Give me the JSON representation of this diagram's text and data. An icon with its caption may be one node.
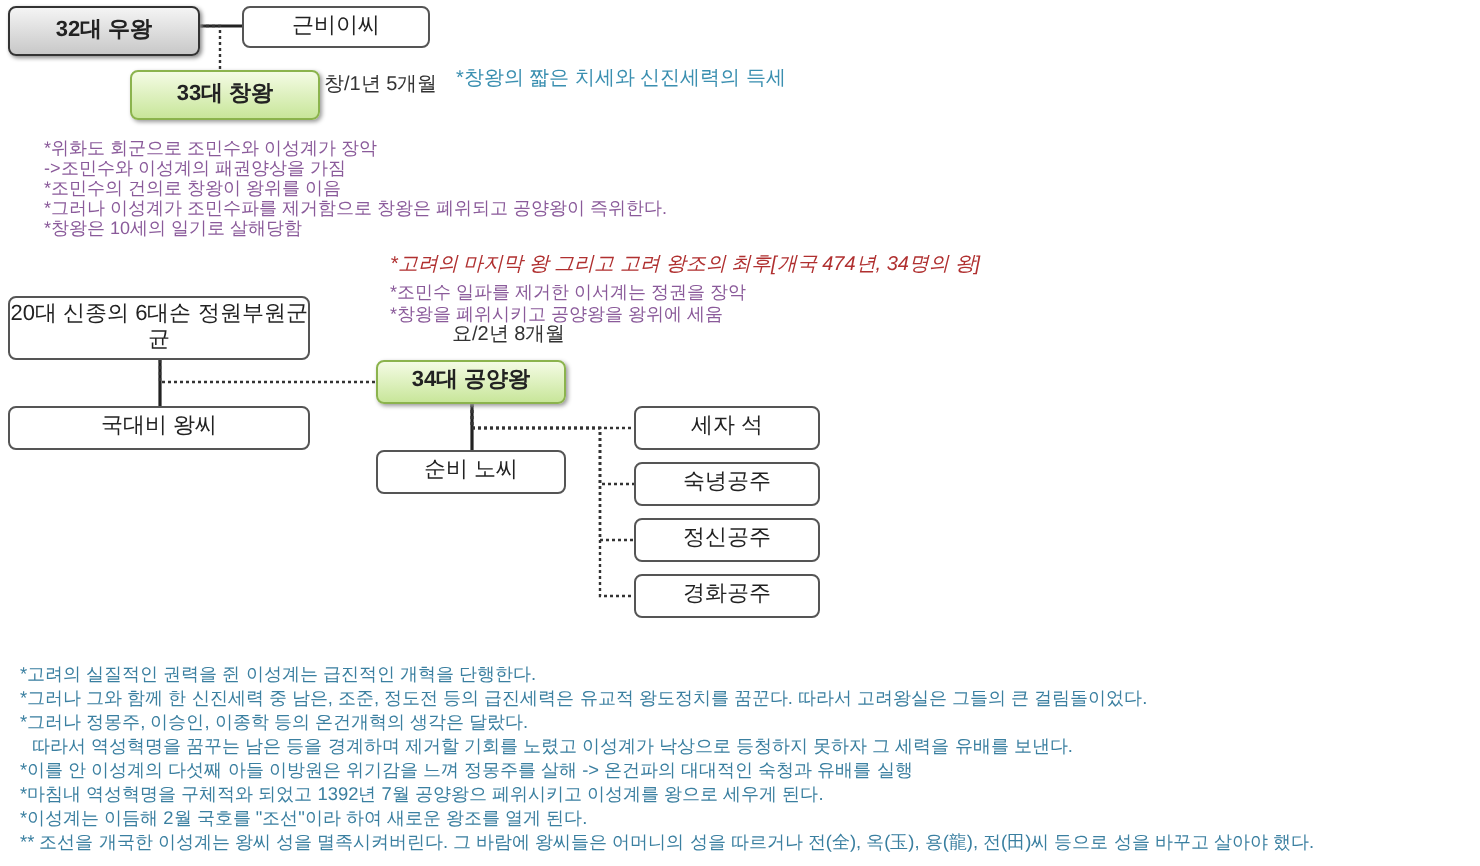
{
  "diagram": {
    "nodes": [
      {
        "text": [
          "32대 우왕"
        ]
      },
      {
        "text": [
          "근비이씨"
        ]
      },
      {
        "text": [
          "33대 창왕"
        ],
        "beside": [
          "창/1년 5개월"
        ]
      },
      {
        "text": [
          "20대 신종의 6대손 정원부원군 균"
        ]
      },
      {
        "text": [
          "국대비 왕씨"
        ]
      },
      {
        "text": [
          "34대 공양왕"
        ],
        "beside": [
          "요/2년 8개월"
        ]
      },
      {
        "text": [
          "순비 노씨"
        ]
      },
      {
        "text": [
          "세자 석"
        ]
      },
      {
        "text": [
          "숙녕공주"
        ]
      },
      {
        "text": [
          "정신공주"
        ]
      },
      {
        "text": [
          "경화공주"
        ]
      }
    ],
    "edges": [
      {
        "from": 0,
        "to": 1,
        "arrow": "none"
      },
      {
        "from": 0,
        "to": 2,
        "arrow": "none",
        "style": "dashed"
      },
      {
        "from": 3,
        "to": 4,
        "arrow": "none"
      },
      {
        "from": 3,
        "to": 5,
        "arrow": "none",
        "style": "dashed"
      },
      {
        "from": 5,
        "to": 6,
        "arrow": "none"
      },
      {
        "from": 5,
        "to": 7,
        "arrow": "none",
        "style": "dashed"
      },
      {
        "from": 5,
        "to": 8,
        "arrow": "none",
        "style": "dashed"
      },
      {
        "from": 5,
        "to": 9,
        "arrow": "none",
        "style": "dashed"
      },
      {
        "from": 5,
        "to": 10,
        "arrow": "none",
        "style": "dashed"
      }
    ],
    "labels": [
      "*창왕의 짧은 치세와 신진세력의 득세",
      "*위화도 회군으로 조민수와 이성계가 장악",
      "->조민수와 이성계의 패권양상을 가짐",
      "*조민수의 건의로 창왕이 왕위를 이음",
      "*그러나 이성계가 조민수파를 제거함으로 창왕은 폐위되고 공양왕이 즉위한다.",
      "*창왕은 10세의 일기로 살해당함",
      "*고려의 마지막 왕 그리고 고려 왕조의 최후[개국 474년, 34명의 왕]",
      "*조민수 일파를 제거한 이서계는 정권을 장악",
      "*창왕을 폐위시키고 공양왕을 왕위에 세움",
      "*고려의 실질적인 권력을 쥔 이성계는 급진적인 개혁을 단행한다.",
      "*그러나 그와 함께 한 신진세력 중 남은, 조준, 정도전 등의 급진세력은 유교적 왕도정치를 꿈꾼다. 따라서 고려왕실은 그들의 큰 걸림돌이었다.",
      "*그러나 정몽주, 이승인, 이종학 등의 온건개혁의 생각은 달랐다.",
      "따라서 역성혁명을 꿈꾸는 남은 등을 경계하며 제거할 기회를 노렸고 이성계가 낙상으로 등청하지 못하자 그 세력을 유배를 보낸다.",
      "*이를 안 이성계의 다섯째 아들 이방원은 위기감을 느껴 정몽주를 살해 -> 온건파의 대대적인 숙청과 유배를 실행",
      "*마침내 역성혁명을 구체적와 되었고 1392년 7월 공양왕으 페위시키고 이성계를 왕으로 세우게 된다.",
      "*이성계는 이듬해 2월 국호를 \"조선\"이라 하여 새로운 왕조를 열게 된다.",
      "** 조선을 개국한 이성계는 왕씨 성을 멸족시켜버린다. 그 바람에 왕씨들은 어머니의 성을 따르거나 전(全), 옥(玉), 용(龍), 전(田)씨 등으로 성을 바꾸고 살아야 했다."
    ]
  }
}
